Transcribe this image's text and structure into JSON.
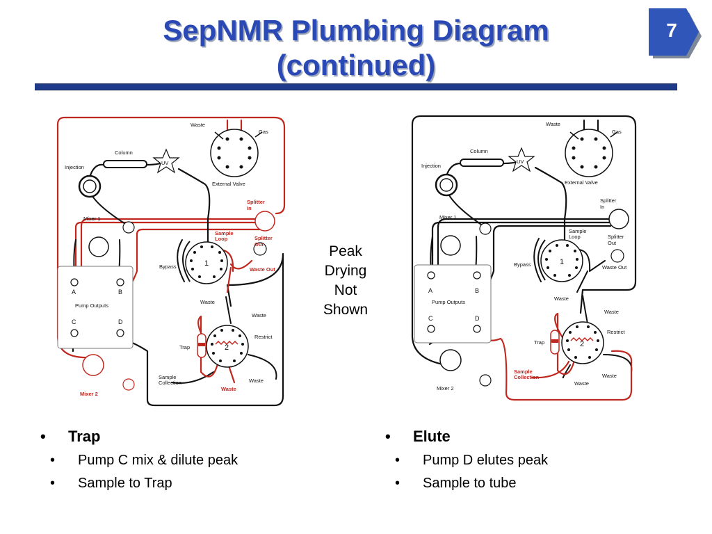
{
  "slide": {
    "title_line1": "SepNMR Plumbing Diagram",
    "title_line2": "(continued)",
    "page_number": "7"
  },
  "center_note": [
    "Peak",
    "Drying",
    "Not",
    "Shown"
  ],
  "left_diagram": {
    "labels": {
      "waste_top": "Waste",
      "gas": "Gas",
      "column": "Column",
      "uv": "UV",
      "injection": "Injection",
      "external_valve": "External Valve",
      "splitter_in": [
        "Splitter",
        "In"
      ],
      "mixer1": "Mixer 1",
      "sample_loop": [
        "Sample",
        "Loop"
      ],
      "splitter_out": [
        "Splitter",
        "Out"
      ],
      "bypass": "Bypass",
      "waste_out": "Waste Out",
      "pump_a": "A",
      "pump_b": "B",
      "pump_outputs": "Pump Outputs",
      "pump_c": "C",
      "pump_d": "D",
      "waste_v1": "Waste",
      "waste_v2": "Waste",
      "restrict": "Restrict",
      "trap": "Trap",
      "sample_collection": [
        "Sample",
        "Collection"
      ],
      "waste_bottom": "Waste",
      "waste_right": "Waste",
      "mixer2": "Mixer 2",
      "valve1": "1",
      "valve2": "2"
    }
  },
  "right_diagram": {
    "labels": {
      "waste_top": "Waste",
      "gas": "Gas",
      "column": "Column",
      "uv": "UV",
      "injection": "Injection",
      "external_valve": "External Valve",
      "splitter_in": [
        "Splitter",
        "In"
      ],
      "mixer1": "Mixer 1",
      "sample_loop": [
        "Sample",
        "Loop"
      ],
      "splitter_out": [
        "Splitter",
        "Out"
      ],
      "bypass": "Bypass",
      "waste_out": "Waste Out",
      "pump_a": "A",
      "pump_b": "B",
      "pump_outputs": "Pump Outputs",
      "pump_c": "C",
      "pump_d": "D",
      "waste_v1": "Waste",
      "waste_v2": "Waste",
      "restrict": "Restrict",
      "trap": "Trap",
      "sample_collection": [
        "Sample",
        "Collection"
      ],
      "waste_bottom": "Waste",
      "waste_right": "Waste",
      "mixer2": "Mixer 2",
      "valve1": "1",
      "valve2": "2"
    }
  },
  "bullets_left": {
    "heading": "Trap",
    "items": [
      "Pump C mix & dilute peak",
      "Sample to Trap"
    ]
  },
  "bullets_right": {
    "heading": "Elute",
    "items": [
      "Pump D elutes peak",
      "Sample to tube"
    ]
  },
  "colors": {
    "title": "#2a49b5",
    "rule": "#1e3a8a",
    "badge": "#2f56b8",
    "active_tubing": "#c0281f",
    "tubing": "#111111"
  }
}
